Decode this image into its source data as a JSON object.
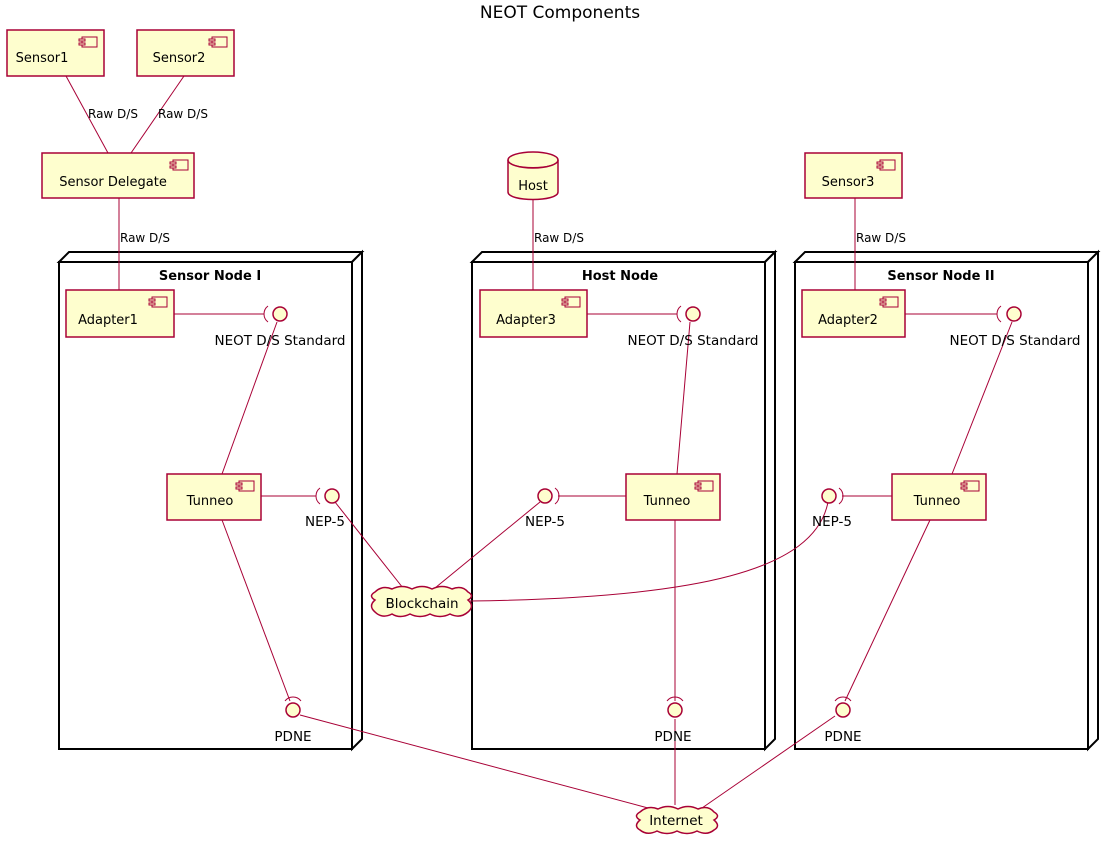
{
  "title": "NEOT Components",
  "nodes": {
    "sensor_node_1": "Sensor Node I",
    "host_node": "Host Node",
    "sensor_node_2": "Sensor Node II"
  },
  "components": {
    "sensor1": "Sensor1",
    "sensor2": "Sensor2",
    "sensor3": "Sensor3",
    "sensor_delegate": "Sensor Delegate",
    "adapter1": "Adapter1",
    "adapter2": "Adapter2",
    "adapter3": "Adapter3",
    "tunneo_1": "Tunneo",
    "tunneo_host": "Tunneo",
    "tunneo_2": "Tunneo"
  },
  "database": {
    "host": "Host"
  },
  "interfaces": {
    "neot_ds_standard_1": "NEOT D/S Standard",
    "neot_ds_standard_host": "NEOT D/S Standard",
    "neot_ds_standard_2": "NEOT D/S Standard",
    "nep5_1": "NEP-5",
    "nep5_host": "NEP-5",
    "nep5_2": "NEP-5",
    "pdne_1": "PDNE",
    "pdne_host": "PDNE",
    "pdne_2": "PDNE"
  },
  "clouds": {
    "blockchain": "Blockchain",
    "internet": "Internet"
  },
  "edge_labels": {
    "sensor1_delegate": "Raw D/S",
    "sensor2_delegate": "Raw D/S",
    "delegate_adapter1": "Raw D/S",
    "host_adapter3": "Raw D/S",
    "sensor3_adapter2": "Raw D/S"
  },
  "colors": {
    "component_fill": "#FEFECE",
    "component_border": "#A80036",
    "node_border": "#000000"
  }
}
